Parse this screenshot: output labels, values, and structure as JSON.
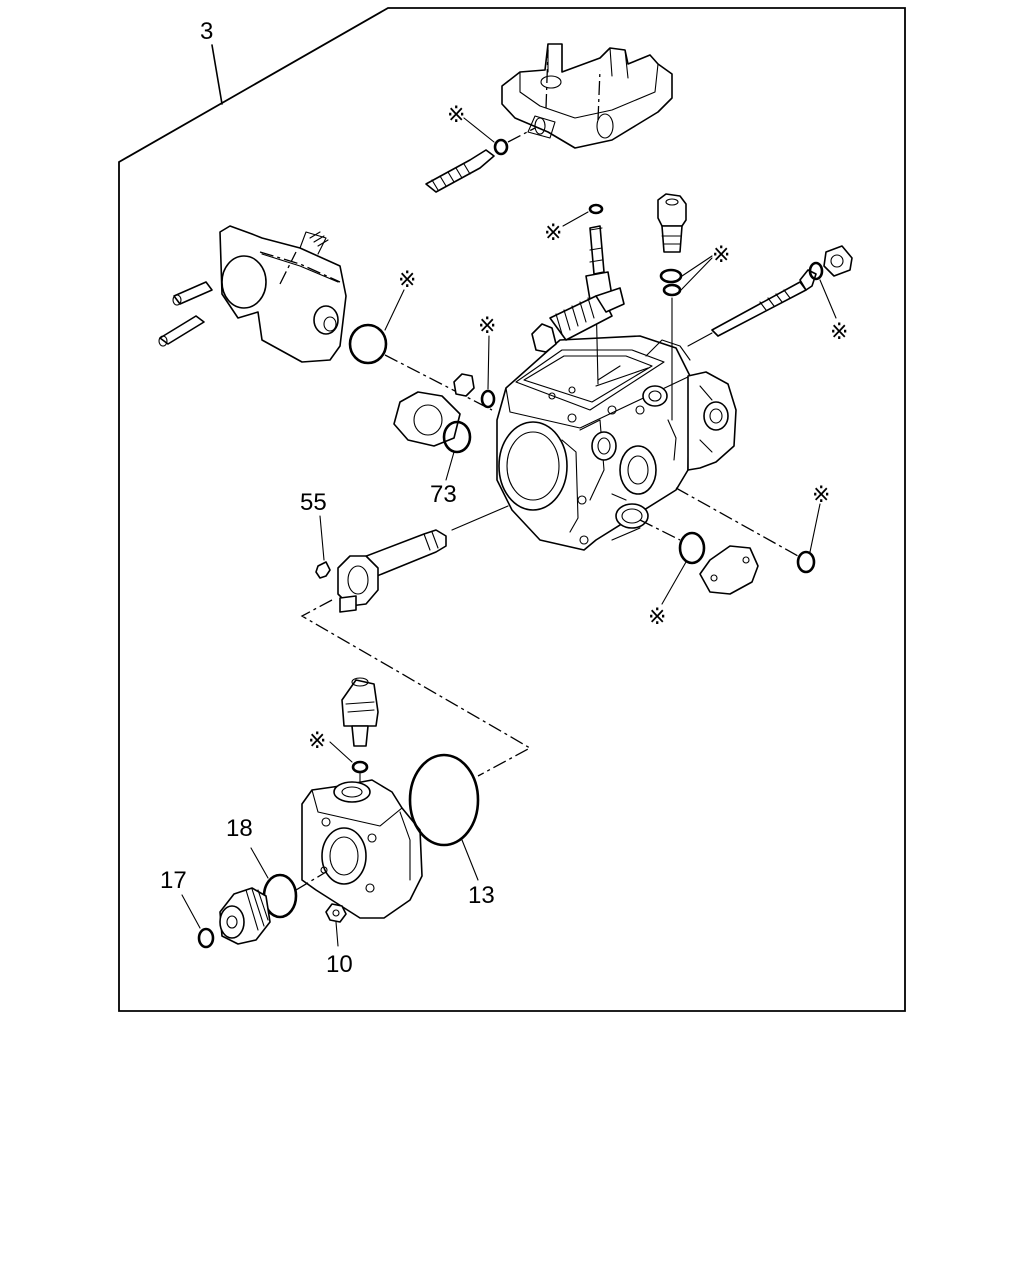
{
  "callouts": {
    "assembly": "3",
    "oring_73": "73",
    "pin_55": "55",
    "oring_18": "18",
    "washer_17": "17",
    "oring_13": "13",
    "nut_10": "10"
  },
  "markers": {
    "asterisk": "※"
  }
}
